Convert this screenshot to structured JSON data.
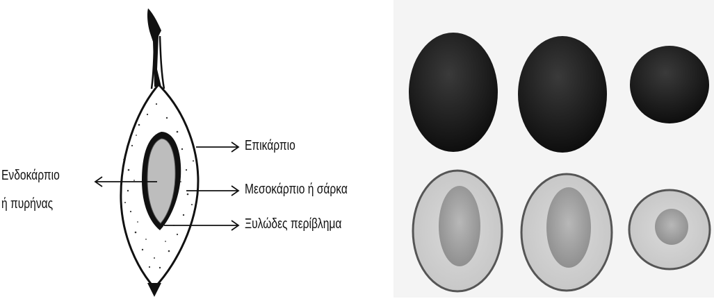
{
  "diagram": {
    "labels": {
      "epicarp": "Επικάρπιο",
      "endocarp_line1": "Ενδοκάρπιο",
      "endocarp_line2": "ή πυρήνας",
      "mesocarp": "Μεσοκάρπιο ή σάρκα",
      "woody_shell": "Ξυλώδες περίβλημα"
    }
  },
  "photo": {
    "colors": {
      "skin": "#1a1a1a",
      "flesh": "#d6d6d6",
      "pit": "#a9a9a9",
      "background": "#f4f4f4"
    }
  }
}
